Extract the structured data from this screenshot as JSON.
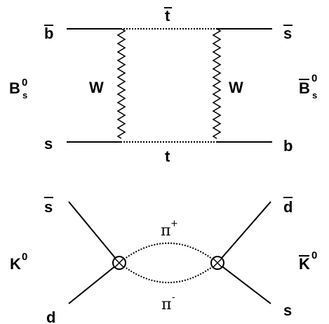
{
  "box_diagram": {
    "top_left_quark": "b",
    "top_right_quark": "s",
    "bottom_left_quark": "s",
    "bottom_right_quark": "b",
    "top_internal": "t",
    "bottom_internal": "t",
    "left_boson": "W",
    "right_boson": "W",
    "left_meson": {
      "symbol": "B",
      "subscript": "s",
      "superscript": "0"
    },
    "right_meson": {
      "symbol": "B",
      "subscript": "s",
      "superscript": "0"
    }
  },
  "kaon_diagram": {
    "top_left_quark": "s",
    "top_right_quark": "d",
    "bottom_left_quark": "d",
    "bottom_right_quark": "s",
    "upper_pion": {
      "symbol": "π",
      "charge": "+"
    },
    "lower_pion": {
      "symbol": "π",
      "charge": "-"
    },
    "left_meson": {
      "symbol": "K",
      "superscript": "0"
    },
    "right_meson": {
      "symbol": "K",
      "superscript": "0"
    }
  }
}
